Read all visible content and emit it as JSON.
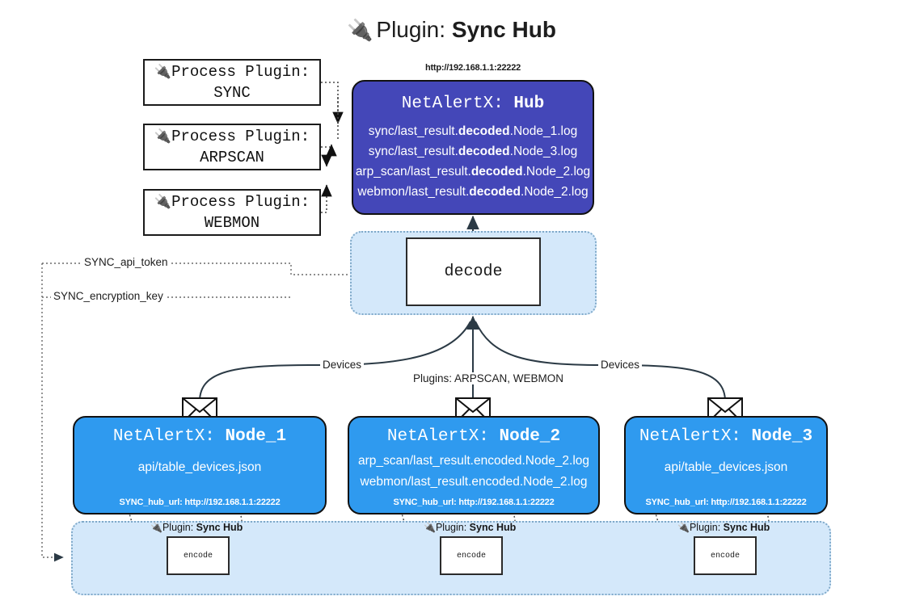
{
  "title": {
    "icon": "plug-icon",
    "label": "Plugin:",
    "value": "Sync Hub"
  },
  "process_plugins": [
    {
      "icon": "plug-icon",
      "label": "Process Plugin:",
      "value": "SYNC"
    },
    {
      "icon": "plug-icon",
      "label": "Process Plugin:",
      "value": "ARPSCAN"
    },
    {
      "icon": "plug-icon",
      "label": "Process Plugin:",
      "value": "WEBMON"
    }
  ],
  "hub": {
    "url": "http://192.168.1.1:22222",
    "title_prefix": "NetAlertX: ",
    "title_value": "Hub",
    "logs": [
      {
        "pre": "sync/last_result.",
        "mid": "decoded",
        "post": ".Node_1.log"
      },
      {
        "pre": "sync/last_result.",
        "mid": "decoded",
        "post": ".Node_3.log"
      },
      {
        "pre": "arp_scan/last_result.",
        "mid": "decoded",
        "post": ".Node_2.log"
      },
      {
        "pre": "webmon/last_result.",
        "mid": "decoded",
        "post": ".Node_2.log"
      }
    ]
  },
  "decode": {
    "label": "decode"
  },
  "settings_edges": [
    {
      "label": "SYNC_api_token"
    },
    {
      "label": "SYNC_encryption_key"
    }
  ],
  "flow_labels": {
    "left_devices": "Devices",
    "center_plugins": "Plugins: ARPSCAN, WEBMON",
    "right_devices": "Devices"
  },
  "nodes": [
    {
      "title_prefix": "NetAlertX: ",
      "title_value": "Node_1",
      "lines": [
        "api/table_devices.json"
      ],
      "footer_key": "SYNC_hub_url: ",
      "footer_value": "http://192.168.1.1:22222"
    },
    {
      "title_prefix": "NetAlertX: ",
      "title_value": "Node_2",
      "lines": [
        "arp_scan/last_result.encoded.Node_2.log",
        "webmon/last_result.encoded.Node_2.log"
      ],
      "footer_key": "SYNC_hub_url: ",
      "footer_value": "http://192.168.1.1:22222"
    },
    {
      "title_prefix": "NetAlertX: ",
      "title_value": "Node_3",
      "lines": [
        "api/table_devices.json"
      ],
      "footer_key": "SYNC_hub_url: ",
      "footer_value": "http://192.168.1.1:22222"
    }
  ],
  "encoders": [
    {
      "caption_icon": "plug-icon",
      "caption_label": "Plugin:",
      "caption_value": "Sync Hub",
      "box_label": "encode"
    },
    {
      "caption_icon": "plug-icon",
      "caption_label": "Plugin:",
      "caption_value": "Sync Hub",
      "box_label": "encode"
    },
    {
      "caption_icon": "plug-icon",
      "caption_label": "Plugin:",
      "caption_value": "Sync Hub",
      "box_label": "encode"
    }
  ],
  "colors": {
    "hub_fill": "#4447b8",
    "node_fill": "#2f9aef",
    "group_fill": "#d4e8fa",
    "group_border": "#7fa9c9",
    "stroke": "#2b3a45"
  }
}
